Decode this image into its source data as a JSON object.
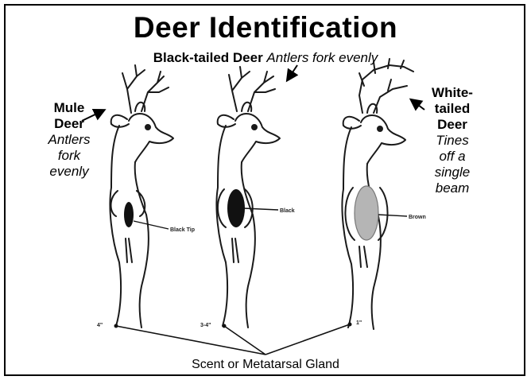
{
  "title": "Deer Identification",
  "black_tailed": {
    "name": "Black-tailed Deer",
    "note": "Antlers fork evenly"
  },
  "mule": {
    "line1": "Mule",
    "line2": "Deer",
    "note1": "Antlers",
    "note2": "fork",
    "note3": "evenly"
  },
  "white_tailed": {
    "line1": "White-",
    "line2": "tailed",
    "line3": "Deer",
    "note1": "Tines",
    "note2": "off a",
    "note3": "single",
    "note4": "beam"
  },
  "gland_labels": {
    "mule": "Black Tip",
    "black_tailed": "Black",
    "white_tailed": "Brown"
  },
  "gland_sizes": {
    "mule": "4\"",
    "black_tailed": "3-4\"",
    "white_tailed": "1\""
  },
  "caption": "Scent or Metatarsal Gland",
  "colors": {
    "black_gland": "#111111",
    "brown_gland": "#b5b5b5",
    "outline": "#1a1a1a"
  }
}
